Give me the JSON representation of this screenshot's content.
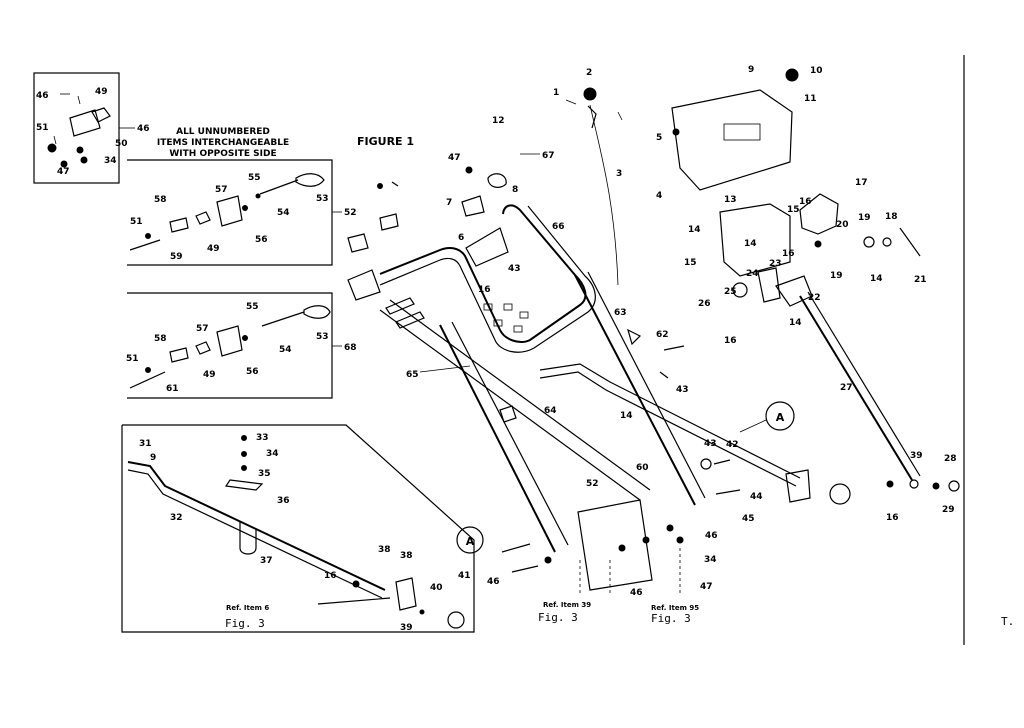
{
  "figure_title": "FIGURE 1",
  "note": {
    "line1": "ALL UNNUMBERED",
    "line2": "ITEMS INTERCHANGEABLE",
    "line3": "WITH OPPOSITE SIDE"
  },
  "fig_caption": "Fig. 3",
  "refs": {
    "ref6": "Ref. Item 6",
    "ref39": "Ref. Item 39",
    "ref95": "Ref. Item 95"
  },
  "callout_letter": "A",
  "edge_mark": "T.",
  "labels": {
    "n1": "1",
    "n2": "2",
    "n3": "3",
    "n4": "4",
    "n5": "5",
    "n6": "6",
    "n7": "7",
    "n8": "8",
    "n9": "9",
    "n10": "10",
    "n11": "11",
    "n12": "12",
    "n13": "13",
    "n14": "14",
    "n15": "15",
    "n16": "16",
    "n17": "17",
    "n18": "18",
    "n19": "19",
    "n20": "20",
    "n21": "21",
    "n22": "22",
    "n23": "23",
    "n24": "24",
    "n25": "25",
    "n26": "26",
    "n27": "27",
    "n28": "28",
    "n29": "29",
    "n31": "31",
    "n32": "32",
    "n33": "33",
    "n34": "34",
    "n35": "35",
    "n36": "36",
    "n37": "37",
    "n38": "38",
    "n39": "39",
    "n40": "40",
    "n41": "41",
    "n42": "42",
    "n43": "43",
    "n44": "44",
    "n45": "45",
    "n46": "46",
    "n47": "47",
    "n49": "49",
    "n50": "50",
    "n51": "51",
    "n52": "52",
    "n53": "53",
    "n54": "54",
    "n55": "55",
    "n56": "56",
    "n57": "57",
    "n58": "58",
    "n59": "59",
    "n60": "60",
    "n61": "61",
    "n62": "62",
    "n63": "63",
    "n64": "64",
    "n65": "65",
    "n66": "66",
    "n67": "67",
    "n68": "68"
  }
}
